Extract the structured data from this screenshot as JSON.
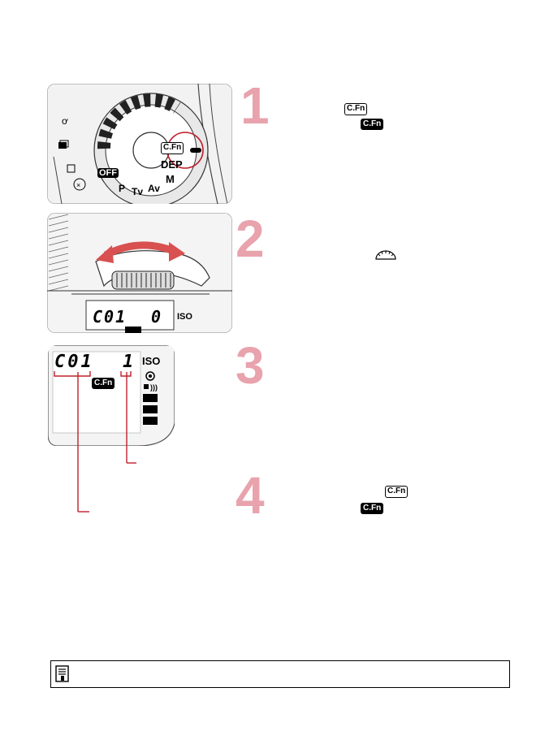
{
  "step_numbers": [
    "1",
    "2",
    "3",
    "4"
  ],
  "icons": {
    "cfn_outline": "C.Fn",
    "cfn_solid": "C.Fn",
    "main_dial": "main-dial-icon",
    "note": "memo-icon"
  },
  "dial": {
    "label_cfn": "C.Fn",
    "label_dep": "DEP",
    "label_m": "M",
    "label_av": "Av",
    "label_tv": "Tv",
    "label_p": "P",
    "label_off": "OFF"
  },
  "lcd_small": {
    "code": "C01",
    "value": "0",
    "iso": "ISO"
  },
  "lcd_large": {
    "code": "C01",
    "value": "1",
    "badge": "C.Fn",
    "iso": "ISO"
  },
  "colors": {
    "step_number": "#e8a3ad",
    "callout_line": "#c0202c",
    "arrow": "#d85050"
  }
}
